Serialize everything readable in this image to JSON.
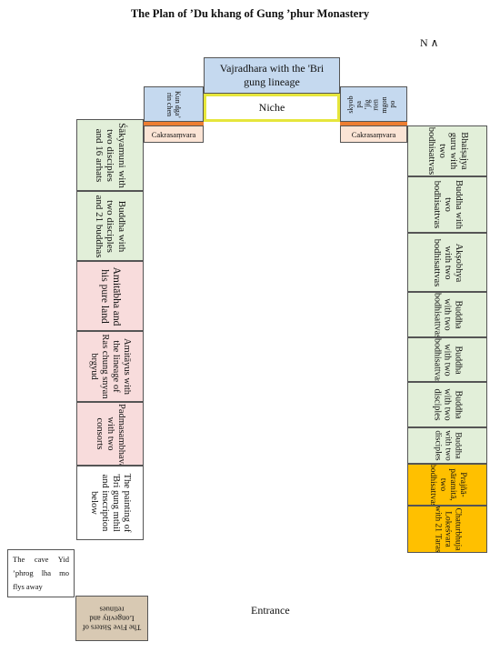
{
  "title": "The Plan of ’Du khang of Gung ’phur Monastery",
  "north": "N  ∧",
  "top_center": "Vajradhara with the 'Bri gung lineage",
  "niche": "Niche",
  "top_left_small": "Kun dga’ rin chen",
  "top_right_small": "skyob pa ’jig rten mgon po",
  "cakrasamvara_left": "Cakrasaṃvara",
  "cakrasamvara_right": "Cakrasaṃvara",
  "left_column": [
    "Śākyamuni with two disciples and 16 arhats",
    "Buddha with two disciples and 21 buddhas",
    "Amitābha and his pure land",
    "Amitāyus with the lineage of Ras chung snyan brgyud",
    "Padmasambhava with two consorts",
    "The painting of 'Bri gung mthil and inscription below"
  ],
  "right_column": [
    "Bhaiṣajya guru with two bodhisattvas",
    "Buddha with two bodhisattvas",
    "Akṣobhya with two bodhisattvas",
    "Buddha with two bodhisattvas",
    "Buddha with two bodhisattvas",
    "Buddha with two disciples",
    "Buddha with two disciples",
    "Prajñā-pāramitā, two bodhisattvas",
    "Chaturbhuja Lokeśvara with 21 Taras"
  ],
  "cave_label": "The cave Yid ’phrog lha mo flys away",
  "five_sisters": "The Five Sisters of Longevity and retinues",
  "entrance": "Entrance"
}
